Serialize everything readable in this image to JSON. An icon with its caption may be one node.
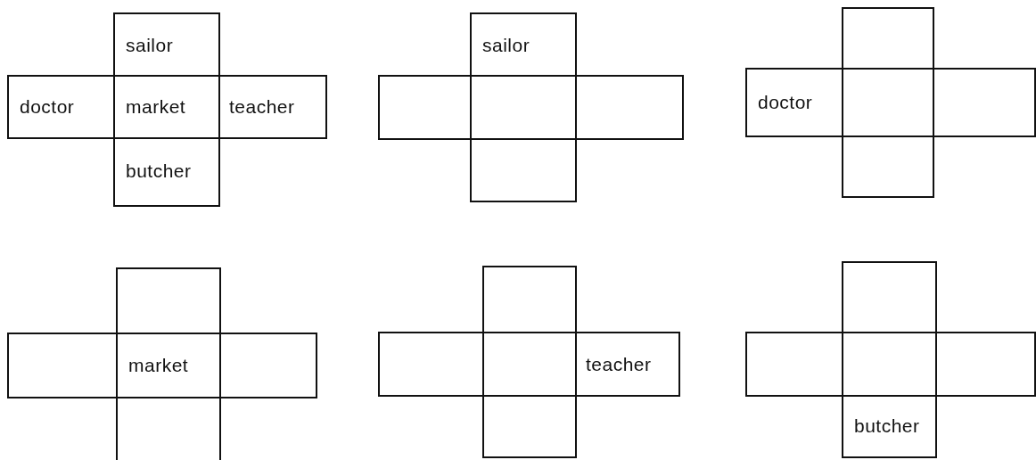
{
  "diagram": {
    "nodes": [
      {
        "text": [
          "sailor"
        ]
      },
      {
        "text": [
          "doctor"
        ]
      },
      {
        "text": [
          "market"
        ]
      },
      {
        "text": [
          "teacher"
        ]
      },
      {
        "text": [
          "butcher"
        ]
      },
      {
        "text": [
          "sailor"
        ]
      },
      {
        "text": [],
        "shape": "box"
      },
      {
        "text": [],
        "shape": "box"
      },
      {
        "text": [],
        "shape": "box"
      },
      {
        "text": [],
        "shape": "box"
      },
      {
        "text": [],
        "shape": "box"
      },
      {
        "text": [
          "doctor"
        ]
      },
      {
        "text": [],
        "shape": "box"
      },
      {
        "text": [],
        "shape": "box"
      },
      {
        "text": [],
        "shape": "box"
      },
      {
        "text": [],
        "shape": "box"
      },
      {
        "text": [],
        "shape": "box"
      },
      {
        "text": [
          "market"
        ]
      },
      {
        "text": [],
        "shape": "box"
      },
      {
        "text": [],
        "shape": "box"
      },
      {
        "text": [],
        "shape": "box"
      },
      {
        "text": [],
        "shape": "box"
      },
      {
        "text": [],
        "shape": "box"
      },
      {
        "text": [
          "teacher"
        ]
      },
      {
        "text": [],
        "shape": "box"
      },
      {
        "text": [],
        "shape": "box"
      },
      {
        "text": [],
        "shape": "box"
      },
      {
        "text": [],
        "shape": "box"
      },
      {
        "text": [],
        "shape": "box"
      },
      {
        "text": [
          "butcher"
        ]
      }
    ]
  }
}
